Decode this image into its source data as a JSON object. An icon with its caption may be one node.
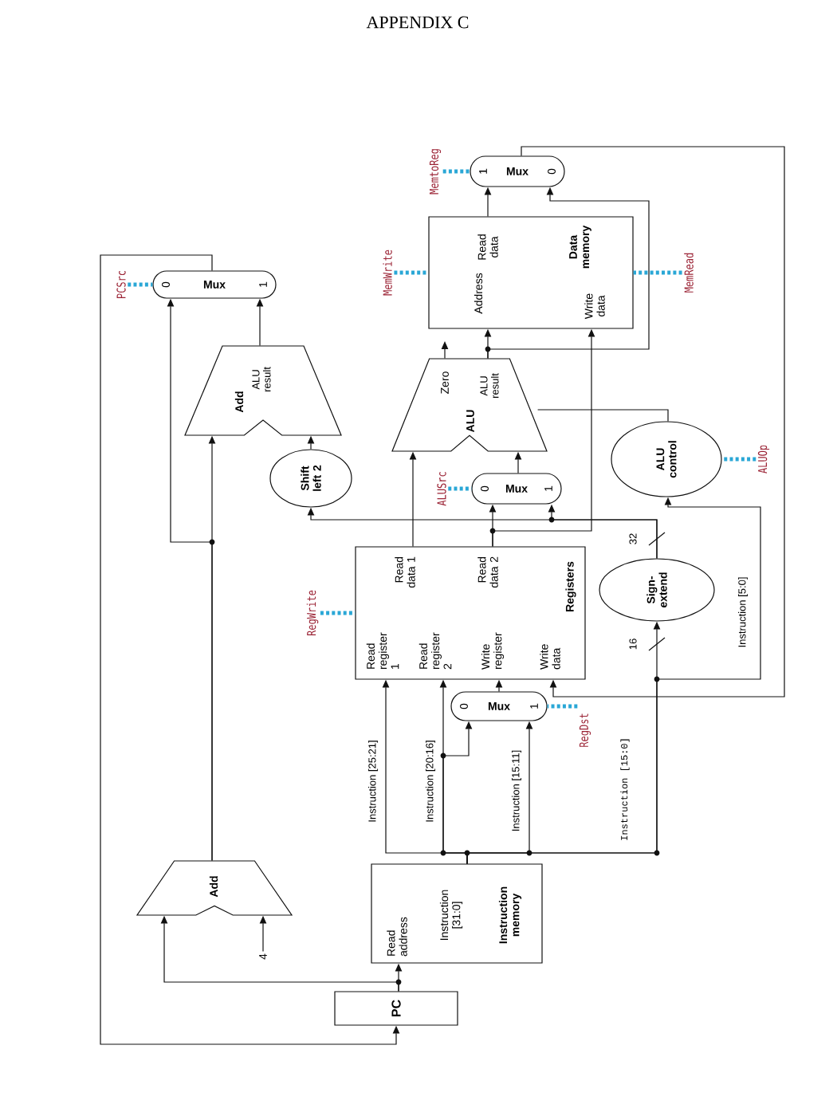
{
  "diagram": {
    "title": "APPENDIX C",
    "nodes": [
      {
        "text": [
          "PC"
        ]
      },
      {
        "text": [
          "Read address",
          "Instruction [31:0]",
          "Instruction memory"
        ]
      },
      {
        "text": [
          "Add"
        ]
      },
      {
        "text": [
          "4"
        ]
      },
      {
        "text": [
          "Read register 1",
          "Read register 2",
          "Write register",
          "Write data",
          "Read data 1",
          "Read data 2",
          "Registers"
        ]
      },
      {
        "text": [
          "0",
          "Mux",
          "1"
        ]
      },
      {
        "text": [
          "Sign-extend"
        ]
      },
      {
        "text": [
          "Shift left 2"
        ]
      },
      {
        "text": [
          "Add",
          "ALU result"
        ]
      },
      {
        "text": [
          "0",
          "Mux",
          "1"
        ]
      },
      {
        "text": [
          "0",
          "Mux",
          "1"
        ]
      },
      {
        "text": [
          "Zero",
          "ALU",
          "ALU result"
        ]
      },
      {
        "text": [
          "ALU control"
        ]
      },
      {
        "text": [
          "Address",
          "Read data",
          "Write data",
          "Data memory"
        ]
      },
      {
        "text": [
          "1",
          "Mux",
          "0"
        ]
      },
      {
        "text": [
          "PCSrc"
        ]
      },
      {
        "text": [
          "MemWrite"
        ]
      },
      {
        "text": [
          "MemtoReg"
        ]
      },
      {
        "text": [
          "MemRead"
        ]
      },
      {
        "text": [
          "ALUSrc"
        ]
      },
      {
        "text": [
          "ALUOp"
        ]
      },
      {
        "text": [
          "RegWrite"
        ]
      },
      {
        "text": [
          "RegDst"
        ]
      }
    ],
    "edges": [
      {
        "from": 0,
        "to": 1,
        "arrow": "to"
      },
      {
        "from": 0,
        "to": 2,
        "arrow": "to"
      },
      {
        "from": 3,
        "to": 2,
        "arrow": "to"
      },
      {
        "from": 2,
        "to": 9,
        "arrow": "to"
      },
      {
        "from": 2,
        "to": 8,
        "arrow": "to"
      },
      {
        "from": 8,
        "to": 9,
        "arrow": "to"
      },
      {
        "from": 9,
        "to": 0,
        "arrow": "to"
      },
      {
        "from": 1,
        "to": 4,
        "arrow": "to",
        "label": "Instruction [25:21]"
      },
      {
        "from": 1,
        "to": 4,
        "arrow": "to",
        "label": "Instruction [20:16]"
      },
      {
        "from": 1,
        "to": 5,
        "arrow": "to"
      },
      {
        "from": 1,
        "to": 5,
        "arrow": "to",
        "label": "Instruction [15:11]"
      },
      {
        "from": 1,
        "to": 6,
        "arrow": "to",
        "label": "Instruction [15:0]"
      },
      {
        "from": 1,
        "to": 12,
        "arrow": "to",
        "label": "Instruction [5:0]"
      },
      {
        "from": 5,
        "to": 4,
        "arrow": "to"
      },
      {
        "from": 4,
        "to": 11,
        "arrow": "to"
      },
      {
        "from": 4,
        "to": 10,
        "arrow": "to"
      },
      {
        "from": 4,
        "to": 13,
        "arrow": "to"
      },
      {
        "from": 6,
        "to": 10,
        "arrow": "to"
      },
      {
        "from": 6,
        "to": 7,
        "arrow": "to"
      },
      {
        "from": 7,
        "to": 8,
        "arrow": "to"
      },
      {
        "from": 10,
        "to": 11,
        "arrow": "to"
      },
      {
        "from": 12,
        "to": 11,
        "arrow": "none"
      },
      {
        "from": 11,
        "to": null,
        "arrow": "to"
      },
      {
        "from": 11,
        "to": 13,
        "arrow": "to"
      },
      {
        "from": 11,
        "to": 14,
        "arrow": "to"
      },
      {
        "from": 13,
        "to": 14,
        "arrow": "to"
      },
      {
        "from": 14,
        "to": 4,
        "arrow": "to"
      },
      {
        "from": 15,
        "to": 9,
        "arrow": "none",
        "style": "dashed",
        "color": "#2aa7d6"
      },
      {
        "from": 16,
        "to": 13,
        "arrow": "none",
        "style": "dashed",
        "color": "#2aa7d6"
      },
      {
        "from": 17,
        "to": 14,
        "arrow": "none",
        "style": "dashed",
        "color": "#2aa7d6"
      },
      {
        "from": 18,
        "to": 13,
        "arrow": "none",
        "style": "dashed",
        "color": "#2aa7d6"
      },
      {
        "from": 19,
        "to": 10,
        "arrow": "none",
        "style": "dashed",
        "color": "#2aa7d6"
      },
      {
        "from": 20,
        "to": 12,
        "arrow": "none",
        "style": "dashed",
        "color": "#2aa7d6"
      },
      {
        "from": 21,
        "to": 4,
        "arrow": "none",
        "style": "dashed",
        "color": "#2aa7d6"
      },
      {
        "from": 22,
        "to": 5,
        "arrow": "none",
        "style": "dashed",
        "color": "#2aa7d6"
      }
    ],
    "labels": [
      "32",
      "16"
    ]
  }
}
